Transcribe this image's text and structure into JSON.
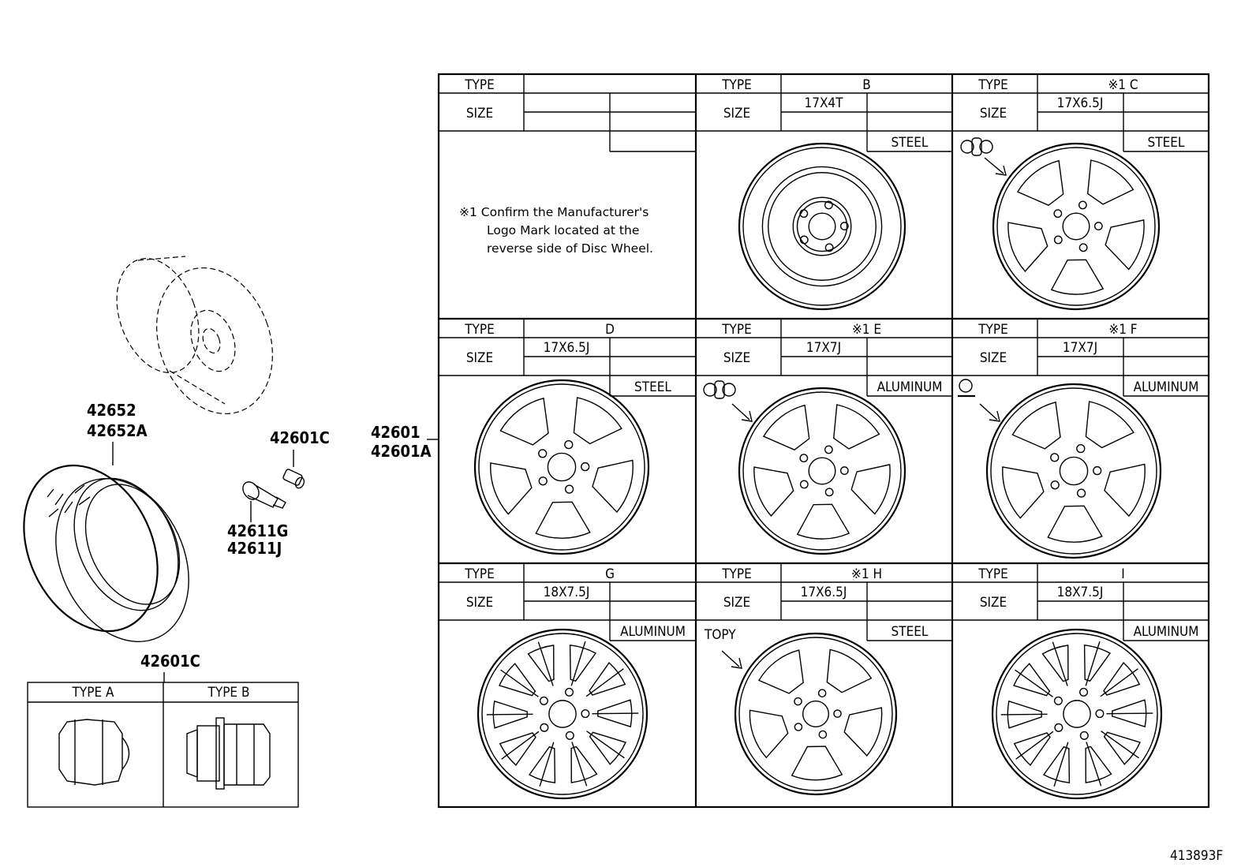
{
  "diagram_id": "413893F",
  "parts": {
    "tire": [
      "42652",
      "42652A"
    ],
    "valve": [
      "42611G",
      "42611J"
    ],
    "valve_cap": "42601C",
    "wheel": [
      "42601",
      "42601A"
    ],
    "hub_nut": "42601C"
  },
  "nut_table": {
    "type_a": "TYPE A",
    "type_b": "TYPE B"
  },
  "labels": {
    "type": "TYPE",
    "size": "SIZE"
  },
  "note": {
    "line1": "※1 Confirm the Manufacturer's",
    "line2": "Logo Mark located at the",
    "line3": "reverse side of Disc Wheel."
  },
  "topy_label": "TOPY",
  "cells": [
    {
      "type": "",
      "size": "",
      "material": ""
    },
    {
      "type": "B",
      "size": "17X4T",
      "material": "STEEL"
    },
    {
      "type": "※1 C",
      "size": "17X6.5J",
      "material": "STEEL"
    },
    {
      "type": "D",
      "size": "17X6.5J",
      "material": "STEEL"
    },
    {
      "type": "※1 E",
      "size": "17X7J",
      "material": "ALUMINUM"
    },
    {
      "type": "※1 F",
      "size": "17X7J",
      "material": "ALUMINUM"
    },
    {
      "type": "G",
      "size": "18X7.5J",
      "material": "ALUMINUM"
    },
    {
      "type": "※1 H",
      "size": "17X6.5J",
      "material": "STEEL"
    },
    {
      "type": "I",
      "size": "18X7.5J",
      "material": "ALUMINUM"
    }
  ]
}
